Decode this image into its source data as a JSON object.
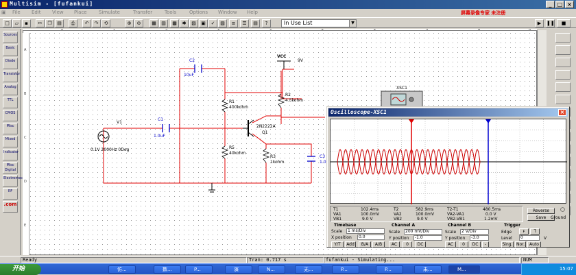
{
  "window": {
    "title": "Multisim - [fufankui]",
    "watermark": "屏幕录像专家 未注册"
  },
  "menu": [
    "File",
    "Edit",
    "View",
    "Place",
    "Simulate",
    "Transfer",
    "Tools",
    "Options",
    "Window",
    "Help"
  ],
  "toolbar": {
    "dropdown": "In Use List"
  },
  "left_palette": [
    "Sources",
    "Basic",
    "Diode",
    "Transistor",
    "Analog",
    "TTL",
    "CMOS",
    "Misc",
    "Mixed",
    "Indicator",
    "Misc Digital",
    "Electromech",
    "RF",
    ".com"
  ],
  "schematic": {
    "vcc_label": "VCC",
    "vcc_value": "9V",
    "c2": {
      "name": "C2",
      "value": "10uF"
    },
    "r1": {
      "name": "R1",
      "value": "400kohm"
    },
    "r2": {
      "name": "R2",
      "value": "4.5kohm"
    },
    "r5": {
      "name": "R5",
      "value": "40kohm"
    },
    "r3": {
      "name": "R3",
      "value": "1kohm"
    },
    "c1": {
      "name": "C1",
      "value": "1.0uF"
    },
    "c3": {
      "name": "C3",
      "value": "1.0"
    },
    "q1": {
      "name": "Q1",
      "model": "2N2222A"
    },
    "v1": {
      "name": "V1",
      "value": "0.1V 2000Hz 0Deg"
    },
    "xsc_label": "XSC1",
    "ruler_top": [
      "0",
      "1",
      "2",
      "3",
      "4",
      "5",
      "6",
      "7",
      "8",
      "9"
    ],
    "ruler_left": [
      "A",
      "B",
      "C",
      "D",
      "E"
    ]
  },
  "oscilloscope": {
    "title": "Oscilloscope-XSC1",
    "readout": {
      "t1_label": "T1",
      "t1": "102.4ms",
      "t1_va": "100.0mV",
      "t1_vb": "9.0 V",
      "t2_label": "T2",
      "t2": "582.9ms",
      "t2_va": "100.0mV",
      "t2_vb": "9.0 V",
      "d_label": "T2-T1",
      "d": "480.5ms",
      "d_va": "0.0 V",
      "d_vb": "1.2mV",
      "va1": "VA1",
      "vb1": "VB1",
      "va2": "VA2",
      "vb2": "VB2",
      "va21": "VA2-VA1",
      "vb21": "VB2-VB1"
    },
    "reverse_button": "Reverse",
    "save_button": "Save",
    "ground_label": "Ground",
    "timebase": {
      "label": "Timebase",
      "scale_label": "Scale",
      "scale": "1 ms/Div",
      "xpos_label": "X position",
      "xpos": "0.0",
      "modes": [
        "Y/T",
        "Add",
        "B/A",
        "A/B"
      ]
    },
    "channel_a": {
      "label": "Channel A",
      "scale_label": "Scale",
      "scale": "200 mV/Div",
      "ypos_label": "Y position",
      "ypos": "-1.0",
      "modes": [
        "AC",
        "0",
        "DC"
      ]
    },
    "channel_b": {
      "label": "Channel B",
      "scale_label": "Scale",
      "scale": "2 V/Div",
      "ypos_label": "Y position",
      "ypos": "-3.0",
      "modes": [
        "AC",
        "0",
        "DC",
        "-"
      ]
    },
    "trigger": {
      "label": "Trigger",
      "edge_label": "Edge",
      "level_label": "Level",
      "level": "0",
      "modes": [
        "Sing.",
        "Nor.",
        "Auto"
      ],
      "unit": "V"
    }
  },
  "status": {
    "ready": "Ready",
    "tran": "Tran: 0.717 s",
    "sim": "fufankui - Simulating...",
    "num": "NUM"
  },
  "taskbar": {
    "start": "开始",
    "items": [
      "仿...",
      "数...",
      "P...",
      "演",
      "N...",
      "无...",
      "P...",
      "P...",
      "未...",
      "M..."
    ],
    "clock": "15:07"
  },
  "colors": {
    "wire": "#e00000",
    "label": "#0000c8",
    "trace_a": "#cc0000",
    "cursor1": "#e00000",
    "cursor2": "#0000d0"
  }
}
